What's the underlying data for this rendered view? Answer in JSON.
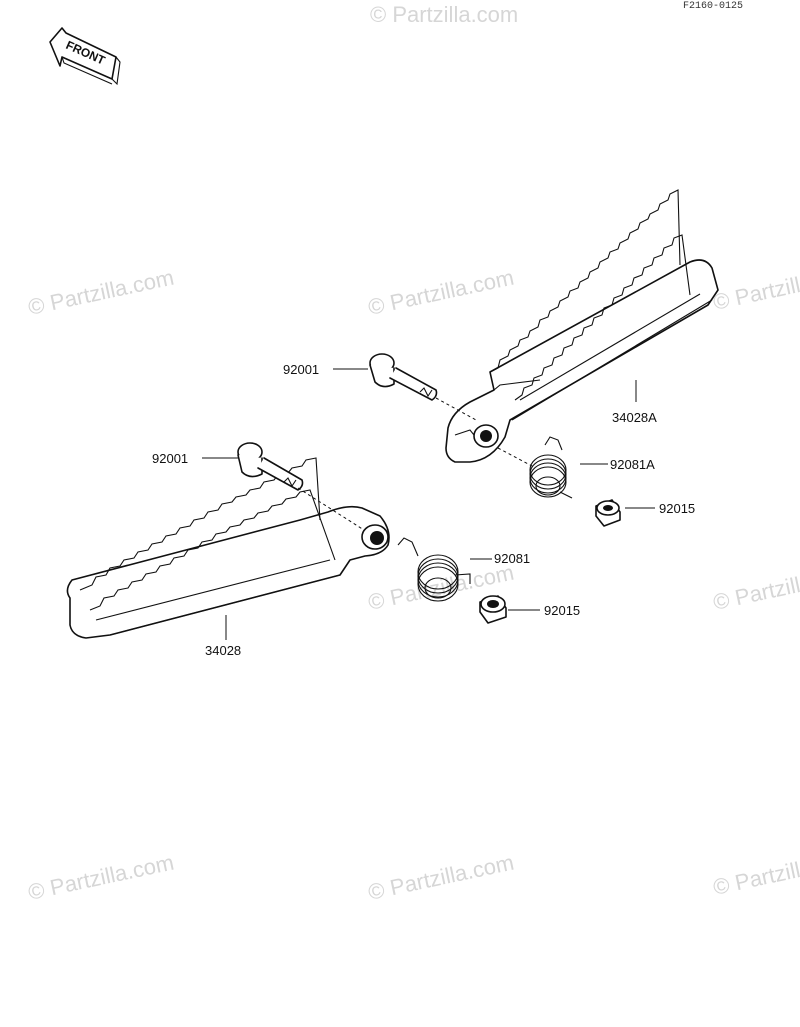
{
  "diagram": {
    "code": "F2160-0125",
    "front_label": "FRONT",
    "watermark": "© Partzilla.com",
    "parts": {
      "bolt_upper": "92001",
      "bolt_lower": "92001",
      "footpeg_right": "34028A",
      "footpeg_left": "34028",
      "spring_right": "92081A",
      "spring_left": "92081",
      "collar_upper": "92015",
      "collar_lower": "92015"
    }
  }
}
